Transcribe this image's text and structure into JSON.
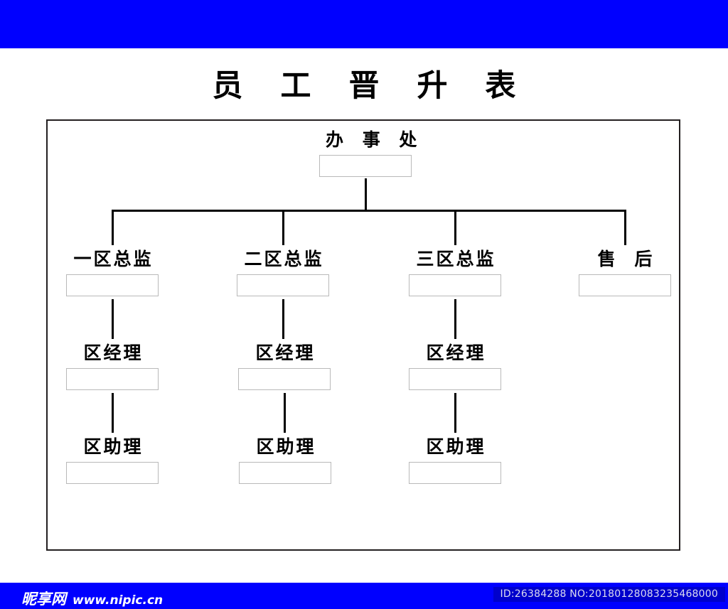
{
  "poster": {
    "title": "员 工 晋 升 表",
    "background_color": "#ffffff",
    "band_color": "#0000ff",
    "frame_color": "#231f20"
  },
  "chart_data": {
    "type": "diagram",
    "title": "员 工 晋 升 表",
    "orientation": "top-down",
    "root": {
      "label": "办 事 处",
      "has_blank_box": true
    },
    "branches": [
      {
        "label": "一区总监",
        "has_blank_box": true,
        "children": [
          {
            "label": "区经理",
            "has_blank_box": true,
            "children": [
              {
                "label": "区助理",
                "has_blank_box": true,
                "children": []
              }
            ]
          }
        ]
      },
      {
        "label": "二区总监",
        "has_blank_box": true,
        "children": [
          {
            "label": "区经理",
            "has_blank_box": true,
            "children": [
              {
                "label": "区助理",
                "has_blank_box": true,
                "children": []
              }
            ]
          }
        ]
      },
      {
        "label": "三区总监",
        "has_blank_box": true,
        "children": [
          {
            "label": "区经理",
            "has_blank_box": true,
            "children": [
              {
                "label": "区助理",
                "has_blank_box": true,
                "children": []
              }
            ]
          }
        ]
      },
      {
        "label": "售 后",
        "has_blank_box": true,
        "children": []
      }
    ]
  },
  "footer": {
    "brand_mark": "昵享网",
    "brand_url": "www.nipic.cn",
    "id_text": "ID:26384288 NO:20180128083235468000",
    "background_color": "#0000ff",
    "id_background_color": "#0000cc"
  }
}
